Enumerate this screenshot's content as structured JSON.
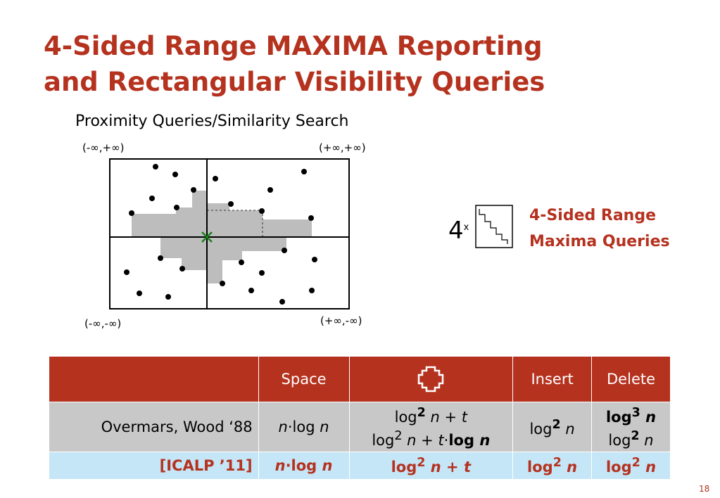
{
  "slide": {
    "title_line1": "4-Sided Range MAXIMA Reporting",
    "title_line2": "and Rectangular Visibility Queries",
    "subtitle": "Proximity Queries/Similarity Search",
    "page_number": "18"
  },
  "diagram": {
    "corner_top_left": "(-∞,+∞)",
    "corner_top_right": "(+∞,+∞)",
    "corner_bottom_left": "(-∞,-∞)",
    "corner_bottom_right": "(+∞,-∞)"
  },
  "maxima": {
    "multiplier": "4",
    "times": "x",
    "label_line1": "4-Sided Range",
    "label_line2": "Maxima Queries"
  },
  "table": {
    "headers": [
      "",
      "Space",
      "",
      "Insert",
      "Delete"
    ],
    "query_icon": "cross-icon",
    "rows": [
      {
        "ref": "Overmars, Wood ‘88",
        "space_a": "n",
        "space_b": "·log ",
        "space_c": "n",
        "query_line1": {
          "a": "log",
          "b": "2",
          "c": " n",
          "d": " + ",
          "e": "t"
        },
        "query_line2": {
          "a": "log",
          "b": "2",
          "c": " n",
          "d": " + ",
          "e": "t",
          "f": "·",
          "g": "log",
          "h": " n"
        },
        "insert": {
          "a": "log",
          "b": "2",
          "c": " n"
        },
        "delete_line1": {
          "a": "log",
          "b": "3",
          "c": " n"
        },
        "delete_line2": {
          "a": "log",
          "b": "2",
          "c": "  n"
        }
      },
      {
        "ref": "[ICALP ’11]",
        "space_a": "n",
        "space_b": "·log ",
        "space_c": "n",
        "query": {
          "a": "log",
          "b": "2",
          "c": " n",
          "d": " + ",
          "e": "t"
        },
        "insert": {
          "a": "log",
          "b": "2",
          "c": " n"
        },
        "delete": {
          "a": "log",
          "b": "2",
          "c": " n"
        }
      }
    ]
  },
  "colors": {
    "accent_red": "#b5321f",
    "row_gray": "#c8c8c8",
    "row_blue": "#c5e6f7",
    "query_point_green": "#1a7f1a",
    "shaded_region": "#bdbdbd"
  }
}
